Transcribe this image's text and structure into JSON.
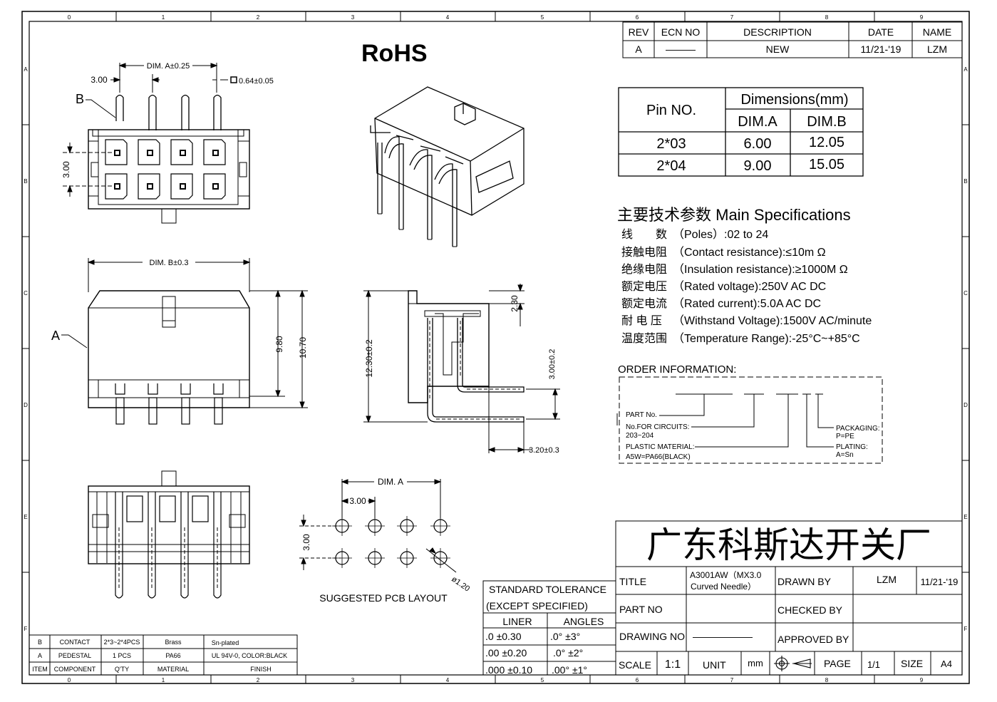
{
  "frame": {
    "top_numbers": [
      "0",
      "1",
      "2",
      "3",
      "4",
      "5",
      "6",
      "7",
      "8",
      "9"
    ],
    "side_letters": [
      "A",
      "B",
      "C",
      "D",
      "E",
      "F"
    ]
  },
  "rohs": "RoHS",
  "revision": {
    "headers": [
      "REV",
      "ECN NO",
      "DESCRIPTION",
      "DATE",
      "NAME"
    ],
    "row": [
      "A",
      "———",
      "NEW",
      "11/21-'19",
      "LZM"
    ]
  },
  "pin_table": {
    "pin_no": "Pin  NO.",
    "dimensions": "Dimensions(mm)",
    "dim_a": "DIM.A",
    "dim_b": "DIM.B",
    "rows": [
      [
        "2*03",
        "6.00",
        "12.05"
      ],
      [
        "2*04",
        "9.00",
        "15.05"
      ]
    ]
  },
  "specs": {
    "title": "主要技术参数 Main Specifications",
    "items": [
      {
        "cn": "线　　数",
        "en": "（Poles）:02 to 24"
      },
      {
        "cn": "接触电阻",
        "en": "（Contact resistance):≤10m Ω"
      },
      {
        "cn": "绝缘电阻",
        "en": "（Insulation resistance):≥1000M Ω"
      },
      {
        "cn": "额定电压",
        "en": "（Rated voltage):250V AC DC"
      },
      {
        "cn": "额定电流",
        "en": "（Rated current):5.0A AC DC"
      },
      {
        "cn": "耐 电 压",
        "en": "（Withstand Voltage):1500V AC/minute"
      },
      {
        "cn": "温度范围",
        "en": "（Temperature Range):-25°C~+85°C"
      }
    ]
  },
  "order": {
    "title": "ORDER INFORMATION:",
    "part_no": "PART No.",
    "circuits": "No.FOR CIRCUITS:",
    "circuits_range": "203~204",
    "plastic": "PLASTIC MATERIAL:",
    "plastic_val": "A5W=PA66(BLACK)",
    "packaging": "PACKAGING:",
    "packaging_val": "P=PE",
    "plating": "PLATING:",
    "plating_val": "A=Sn"
  },
  "dims": {
    "dim_a_tol": "DIM. A±0.25",
    "pitch": "3.00",
    "pin_sq": "0.64±0.05",
    "label_b": "B",
    "row_pitch": "3.00",
    "dim_b_tol": "DIM. B±0.3",
    "label_a": "A",
    "h980": "9.80",
    "h1070": "10.70",
    "d230": "2.30",
    "d1230": "12.30±0.2",
    "d300": "3.00±0.2",
    "d320": "3.20±0.3",
    "pcb_dim_a": "DIM. A",
    "pcb_pitch": "3.00",
    "pcb_row": "3.00",
    "hole": "ø1.20",
    "pcb_caption": "SUGGESTED PCB LAYOUT"
  },
  "company": "广东科斯达开关厂",
  "title_block": {
    "title_label": "TITLE",
    "title_value_1": "A3001AW（MX3.0",
    "title_value_2": "Curved Needle）",
    "drawn_by": "DRAWN BY",
    "drawn_name": "LZM",
    "drawn_date": "11/21-'19",
    "part_no": "PART NO",
    "checked_by": "CHECKED BY",
    "drawing_no": "DRAWING NO",
    "drawing_no_val": "——————",
    "approved_by": "APPROVED BY",
    "scale": "SCALE",
    "scale_val": "1:1",
    "unit": "UNIT",
    "unit_val": "mm",
    "page": "PAGE",
    "page_val": "1/1",
    "size": "SIZE",
    "size_val": "A4"
  },
  "tolerance": {
    "title": "STANDARD TOLERANCE",
    "subtitle": "(EXCEPT  SPECIFIED)",
    "liner": "LINER",
    "angles": "ANGLES",
    "rows": [
      [
        ".0  ±0.30",
        ".0°  ±3°"
      ],
      [
        ".00  ±0.20",
        ".0°  ±2°"
      ],
      [
        ".000 ±0.10",
        ".00°  ±1°"
      ]
    ]
  },
  "bom": {
    "rows": [
      [
        "B",
        "CONTACT",
        "2*3~2*4PCS",
        "Brass",
        "Sn-plated"
      ],
      [
        "A",
        "PEDESTAL",
        "1 PCS",
        "PA66",
        "UL 94V-0, COLOR:BLACK"
      ],
      [
        "ITEM",
        "COMPONENT",
        "Q'TY",
        "MATERIAL",
        "FINISH"
      ]
    ]
  }
}
